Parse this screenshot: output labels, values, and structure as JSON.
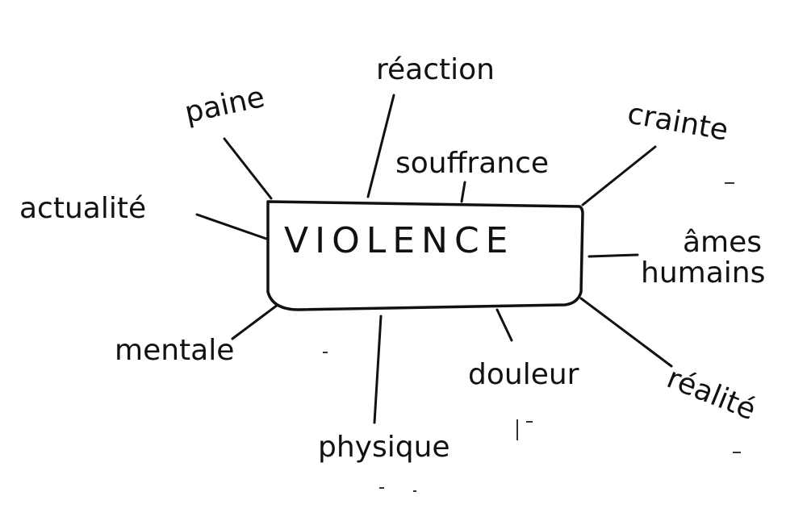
{
  "diagram": {
    "center": "VIOLENCE",
    "terms": {
      "reaction": "réaction",
      "paine": "paine",
      "crainte": "crainte",
      "souffrance": "souffrance",
      "actualite": "actualité",
      "ames": "âmes",
      "humains": "humains",
      "mentale": "mentale",
      "douleur": "douleur",
      "realite": "réalité",
      "physique": "physique"
    }
  }
}
